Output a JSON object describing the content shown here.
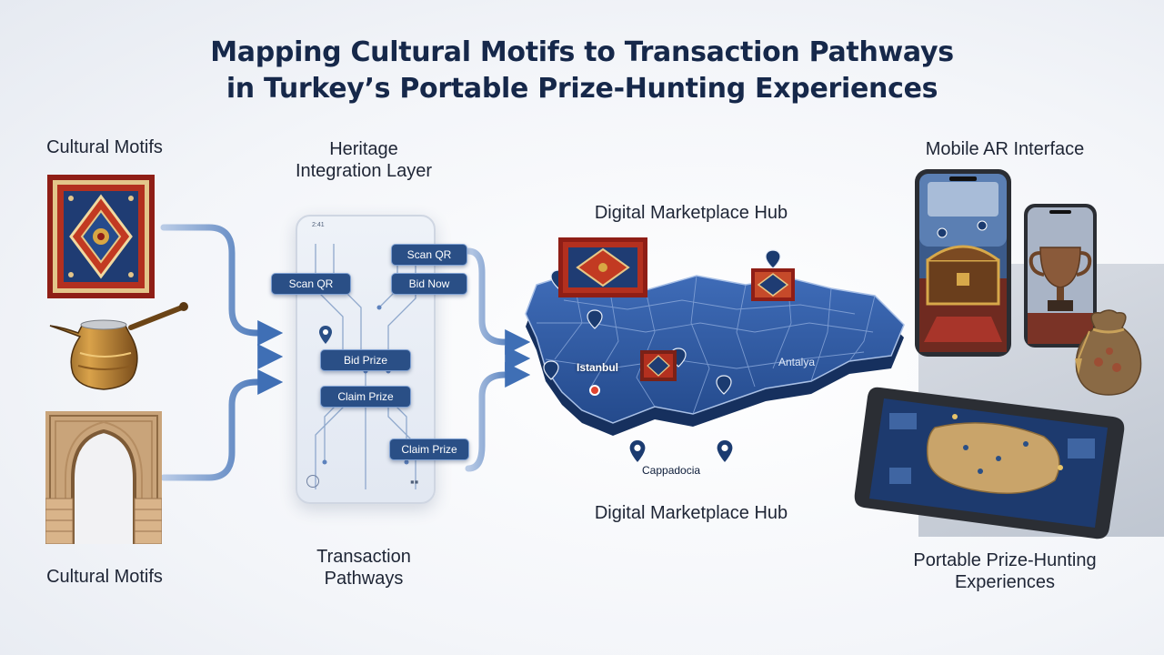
{
  "title_line1": "Mapping Cultural Motifs to Transaction Pathways",
  "title_line2": "in Turkey’s Portable Prize-Hunting Experiences",
  "left": {
    "top_label": "Cultural Motifs",
    "bottom_label": "Cultural Motifs"
  },
  "middle": {
    "top_label_line1": "Heritage",
    "top_label_line2": "Integration Layer",
    "bottom_label_line1": "Transaction",
    "bottom_label_line2": "Pathways",
    "phone_status": "2:41",
    "buttons": {
      "scan_qr_left": "Scan QR",
      "scan_qr_right": "Scan QR",
      "bid_now": "Bid Now",
      "bid_prize": "Bid Prize",
      "claim_prize_center": "Claim Prize",
      "claim_prize_lower": "Claim Prize"
    }
  },
  "map": {
    "top_label": "Digital Marketplace Hub",
    "bottom_label": "Digital Marketplace Hub",
    "cities": {
      "istanbul": "Istanbul",
      "antalya": "Antalya",
      "cappadocia": "Cappadocia"
    }
  },
  "right": {
    "top_label": "Mobile AR Interface",
    "bottom_label_line1": "Portable Prize-Hunting",
    "bottom_label_line2": "Experiences"
  },
  "colors": {
    "navy": "#16284a",
    "map_blue": "#2f5aa3",
    "button_blue": "#2a4f86",
    "flow_blue": "#3f6fb5",
    "carpet_red": "#b3301f"
  }
}
